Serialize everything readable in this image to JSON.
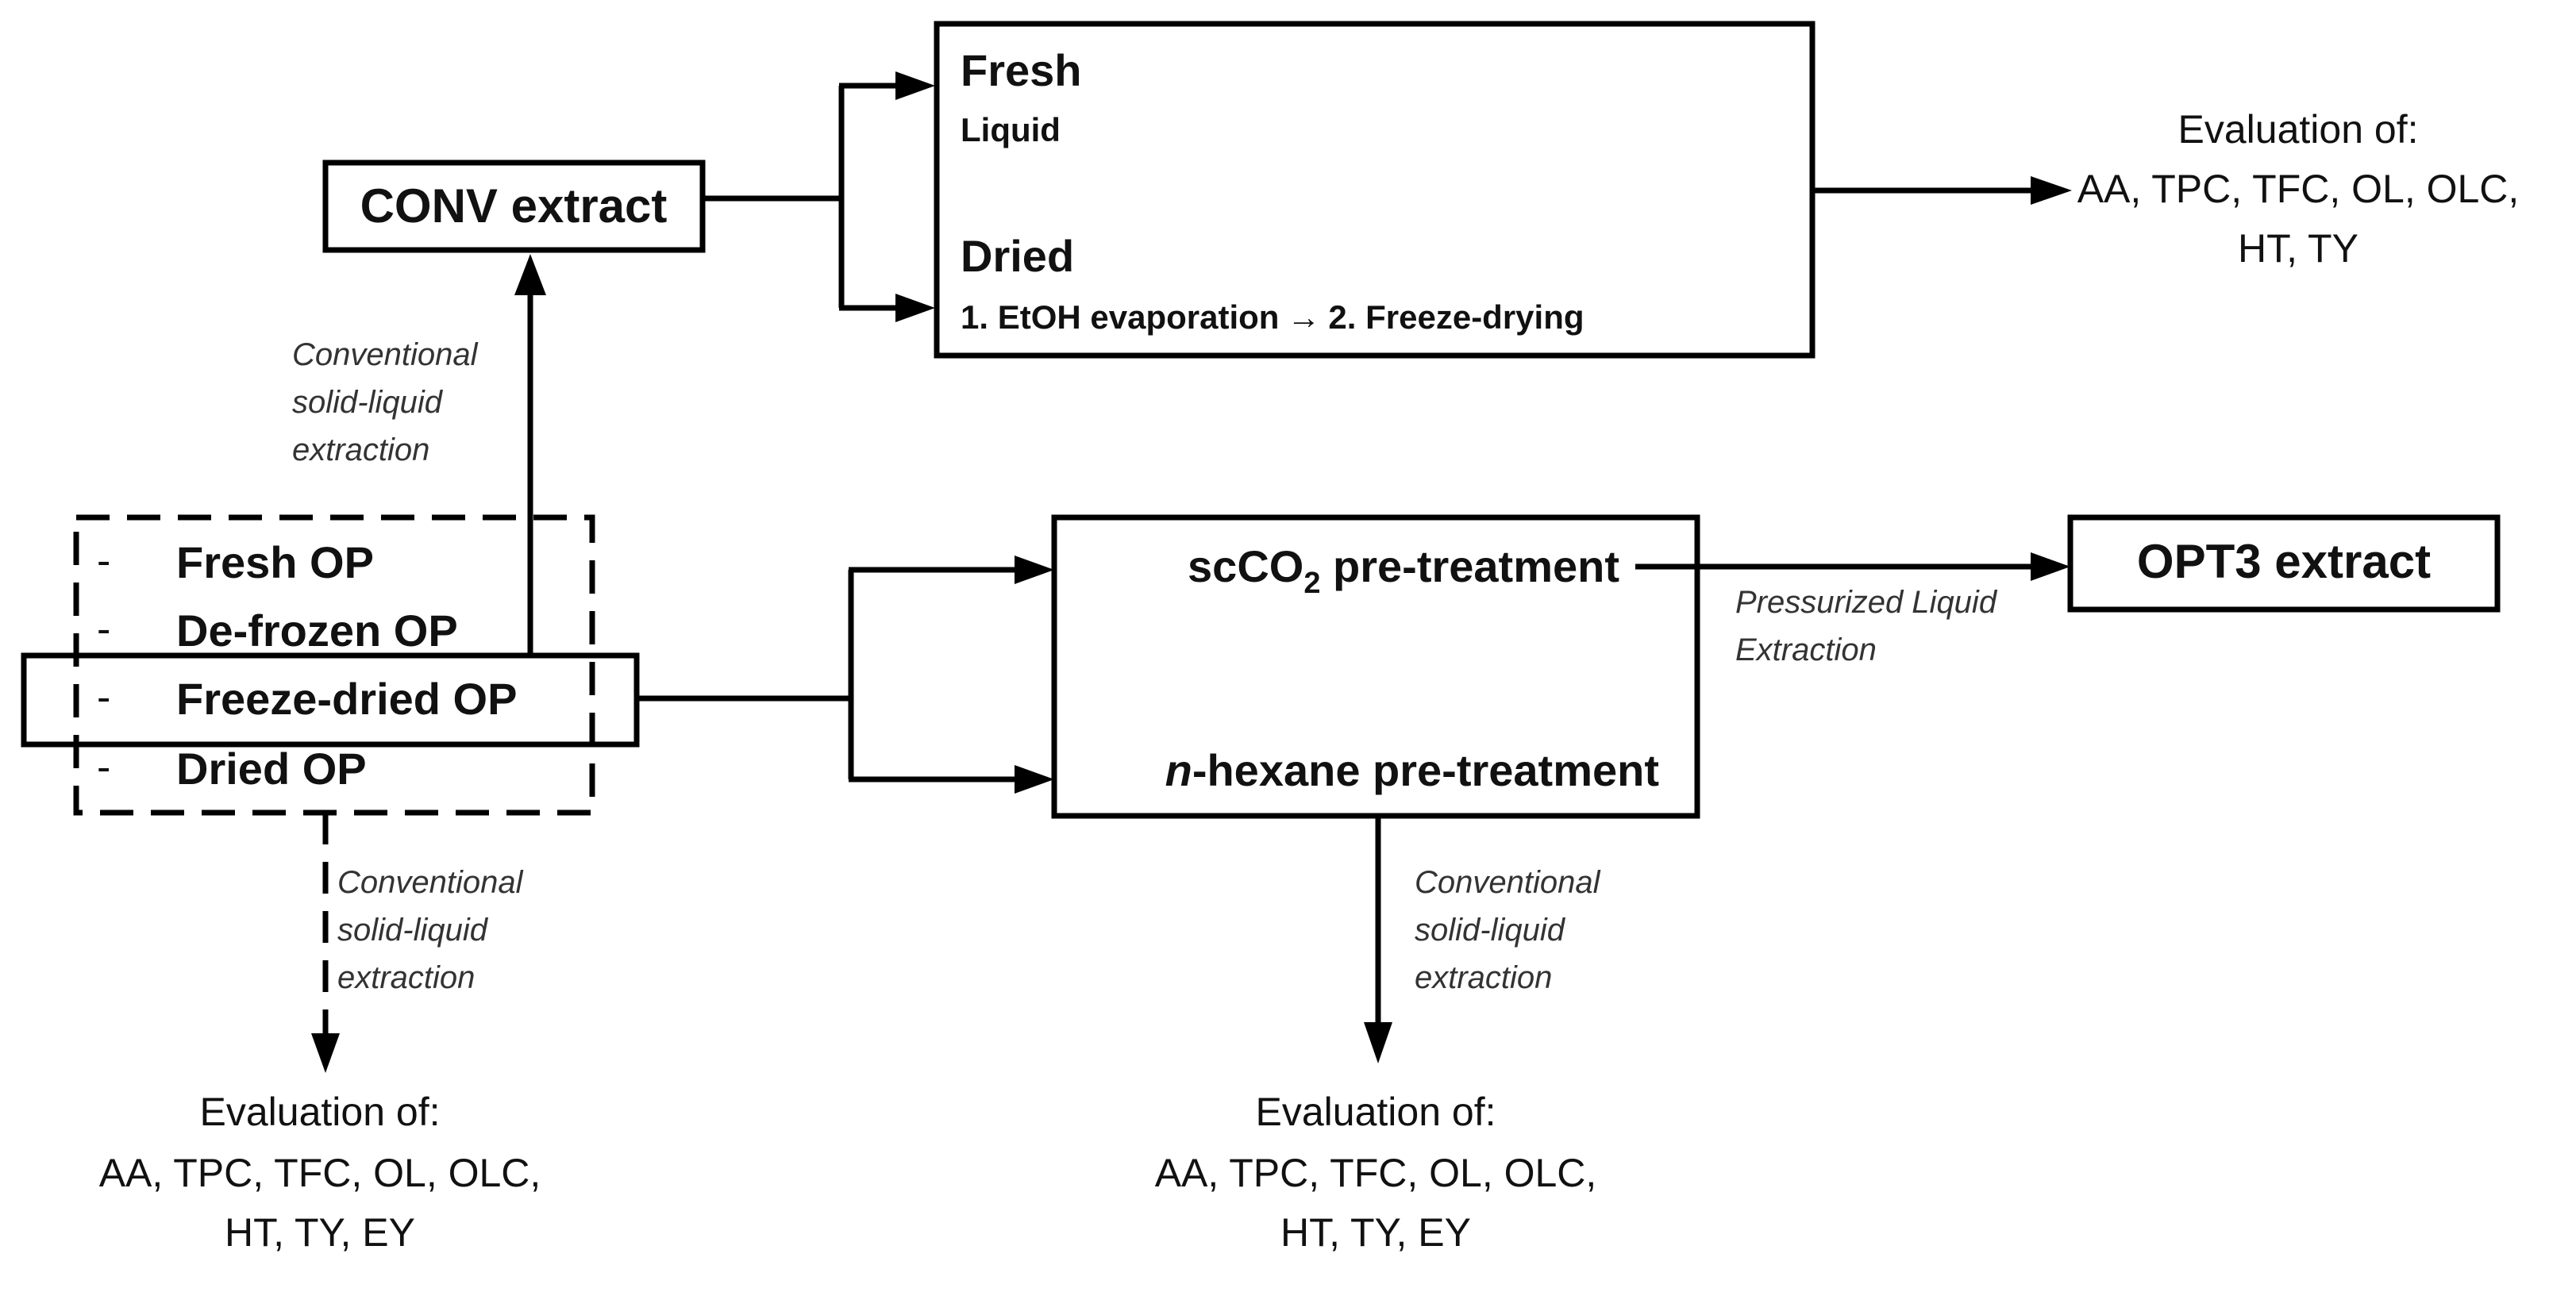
{
  "conv_box": {
    "label": "CONV extract"
  },
  "fresh_dried_box": {
    "fresh_title": "Fresh",
    "fresh_sub": "Liquid",
    "dried_title": "Dried",
    "dried_steps_1": "1. EtOH evaporation",
    "dried_arrow": "→",
    "dried_steps_2": "2. Freeze-drying"
  },
  "eval_top": {
    "line1": "Evaluation of:",
    "line2": "AA, TPC, TFC, OL, OLC,",
    "line3": "HT, TY"
  },
  "conv_extraction_label_top": {
    "line1": "Conventional",
    "line2": "solid-liquid",
    "line3": "extraction"
  },
  "op_list": {
    "dash": "-",
    "items": [
      "Fresh OP",
      "De-frozen OP",
      "Freeze-dried OP",
      "Dried OP"
    ]
  },
  "pretreat_box": {
    "sc_prefix": "scCO",
    "sc_sub": "2",
    "sc_suffix": " pre-treatment",
    "hex_italic": "n",
    "hex_rest": "-hexane pre-treatment"
  },
  "ple_label": {
    "line1": "Pressurized Liquid",
    "line2": "Extraction"
  },
  "opt3_box": {
    "label": "OPT3 extract"
  },
  "conv_extraction_label_left": {
    "line1": "Conventional",
    "line2": "solid-liquid",
    "line3": "extraction"
  },
  "conv_extraction_label_mid": {
    "line1": "Conventional",
    "line2": "solid-liquid",
    "line3": "extraction"
  },
  "eval_left": {
    "line1": "Evaluation of:",
    "line2": "AA, TPC, TFC, OL, OLC,",
    "line3": "HT, TY, EY"
  },
  "eval_mid": {
    "line1": "Evaluation of:",
    "line2": "AA, TPC, TFC, OL, OLC,",
    "line3": "HT, TY, EY"
  }
}
